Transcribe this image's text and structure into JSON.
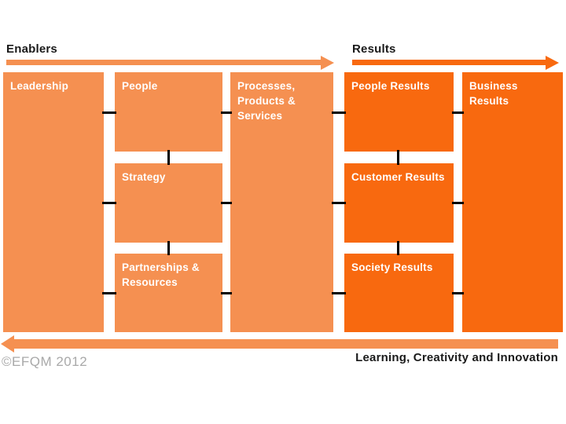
{
  "header": {
    "enablers_label": "Enablers",
    "results_label": "Results"
  },
  "boxes": {
    "leadership": {
      "label": "Leadership",
      "tone": "enabler"
    },
    "people": {
      "label": "People",
      "tone": "enabler"
    },
    "strategy": {
      "label": "Strategy",
      "tone": "enabler"
    },
    "partnerships": {
      "label": "Partnerships &\nResources",
      "tone": "enabler"
    },
    "processes": {
      "label": "Processes,\nProducts &\nServices",
      "tone": "enabler"
    },
    "people_results": {
      "label": "People Results",
      "tone": "result"
    },
    "customer_results": {
      "label": "Customer Results",
      "tone": "result"
    },
    "society_results": {
      "label": "Society Results",
      "tone": "result"
    },
    "business_results": {
      "label": "Business Results",
      "tone": "result"
    }
  },
  "footer": {
    "learning_label": "Learning, Creativity and Innovation",
    "copyright": "©EFQM 2012"
  },
  "colors": {
    "enabler_orange": "#F59051",
    "result_orange": "#F8690F",
    "connector_black": "#000000",
    "copyright_gray": "#A9A9A9"
  }
}
